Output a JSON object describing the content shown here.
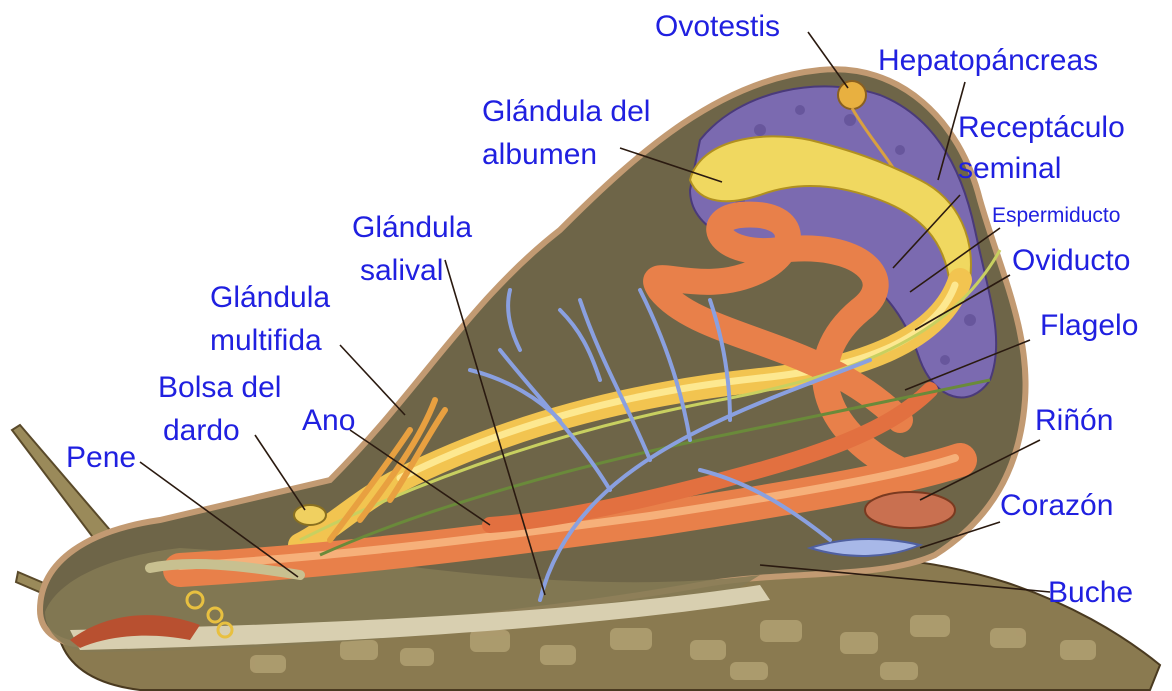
{
  "colors": {
    "label_text": "#2020e0",
    "shell_outline": "#b08060",
    "body_fill": "#6e6548",
    "hepatopancreas": "#7b6ab0",
    "albumen_gland": "#f0d860",
    "intestine": "#e8804a",
    "salivary_gland": "#8aa0e0",
    "foot": "#8a7a50"
  },
  "labels": {
    "ovotestis": "Ovotestis",
    "hepatopancreas": "Hepatopáncreas",
    "albumen_line1": "Glándula del",
    "albumen_line2": "albumen",
    "receptaculo_line1": "Receptáculo",
    "receptaculo_line2": "seminal",
    "espermiducto": "Espermiducto",
    "salival_line1": "Glándula",
    "salival_line2": "salival",
    "oviducto": "Oviducto",
    "multifida_line1": "Glándula",
    "multifida_line2": "multifida",
    "flagelo": "Flagelo",
    "bolsa_line1": "Bolsa del",
    "bolsa_line2": "dardo",
    "ano": "Ano",
    "rinon": "Riñón",
    "pene": "Pene",
    "corazon": "Corazón",
    "buche": "Buche"
  }
}
